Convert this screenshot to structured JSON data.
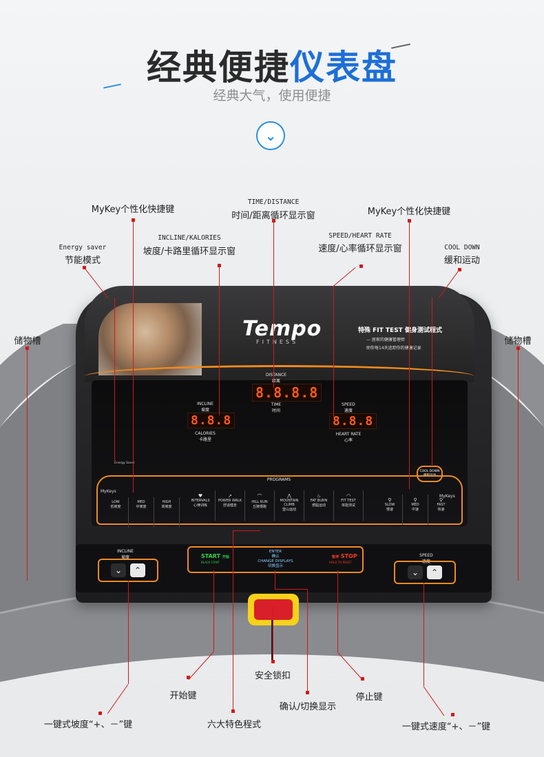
{
  "header": {
    "title_dark": "经典便捷",
    "title_blue": "仪表盘",
    "subtitle": "经典大气，使用便捷",
    "chevron_glyph": "⌄"
  },
  "console": {
    "brand": "Tempo",
    "brand_sub": "FITNESS",
    "fit_test_title": "特殊 FIT TEST 健身测试程式",
    "fit_test_line1": "— 居家的健康管理师",
    "fit_test_line2": "助你每14天追踪你的健康记录",
    "distance_label": "DISTANCE",
    "distance_cn": "距离",
    "distance_value": "8.8.8.8",
    "time_label": "TIME",
    "time_cn": "时间",
    "incline_label": "INCLINE",
    "incline_cn": "坡度",
    "incline_value": "8.8.8",
    "calories_label": "CALORIES",
    "calories_cn": "卡路里",
    "speed_label": "SPEED",
    "speed_cn": "速度",
    "speed_value": "8.8.8",
    "heart_label": "HEART RATE",
    "heart_cn": "心率",
    "energy_saver": "Energy Saver",
    "cool_down": "COOL DOWN",
    "cool_down_cn": "缓和运动",
    "programs_label": "PROGRAMS",
    "mykeys_left": "MyKeys",
    "mykeys_right": "MyKeys",
    "left_keys": [
      {
        "en": "LOW",
        "cn": "低坡度"
      },
      {
        "en": "MED",
        "cn": "中坡度"
      },
      {
        "en": "HIGH",
        "cn": "高坡度"
      }
    ],
    "programs": [
      {
        "en": "INTERVALS",
        "cn": "心律训练"
      },
      {
        "en": "POWER WALK",
        "cn": "舒适健走"
      },
      {
        "en": "HILL RUN",
        "cn": "丘陵慢跑"
      },
      {
        "en": "MOUNTAIN CLIMB",
        "cn": "登山运动"
      },
      {
        "en": "FAT BURN",
        "cn": "燃脂运动"
      },
      {
        "en": "FIT TEST",
        "cn": "体能测试"
      }
    ],
    "right_keys": [
      {
        "en": "SLOW",
        "cn": "慢速"
      },
      {
        "en": "MED",
        "cn": "中速"
      },
      {
        "en": "FAST",
        "cn": "快速"
      }
    ],
    "incline_btn_label": "INCLINE",
    "incline_btn_cn": "坡度",
    "speed_btn_label": "SPEED",
    "speed_btn_cn": "速度",
    "start": "START",
    "start_cn": "开始",
    "start_sub": "BLACK START",
    "enter": "ENTER",
    "enter_cn": "确认",
    "change_displays": "CHANGE DISPLAYS",
    "change_cn": "切换显示",
    "stop": "STOP",
    "stop_cn": "暂停",
    "stop_sub": "HOLD TO RESET",
    "arrow_down": "⌄",
    "arrow_up": "⌃"
  },
  "annotations": {
    "mykey_left": "MyKey个性化快捷键",
    "time_distance_en": "TIME/DISTANCE",
    "time_distance_cn": "时间/距离循环显示窗",
    "mykey_right": "MyKey个性化快捷键",
    "incline_kal_en": "INCLINE/KALORIES",
    "incline_kal_cn": "坡度/卡路里循环显示窗",
    "speed_heart_en": "SPEED/HEART RATE",
    "speed_heart_cn": "速度/心率循环显示窗",
    "energy_en": "Energy saver",
    "energy_cn": "节能模式",
    "cooldown_en": "COOL DOWN",
    "cooldown_cn": "缓和运动",
    "storage_left": "储物槽",
    "storage_right": "储物槽",
    "safety_key": "安全锁扣",
    "start_key": "开始键",
    "stop_key": "停止键",
    "confirm_switch": "确认/切换显示",
    "incline_onekey": "一键式坡度“+、－”键",
    "six_programs": "六大特色程式",
    "speed_onekey": "一键式速度“+、－”键"
  },
  "colors": {
    "accent_orange": "#f08a20",
    "title_blue": "#1d6fd6",
    "leader_red": "#d11a1a",
    "led_red": "#ff5a1c"
  }
}
